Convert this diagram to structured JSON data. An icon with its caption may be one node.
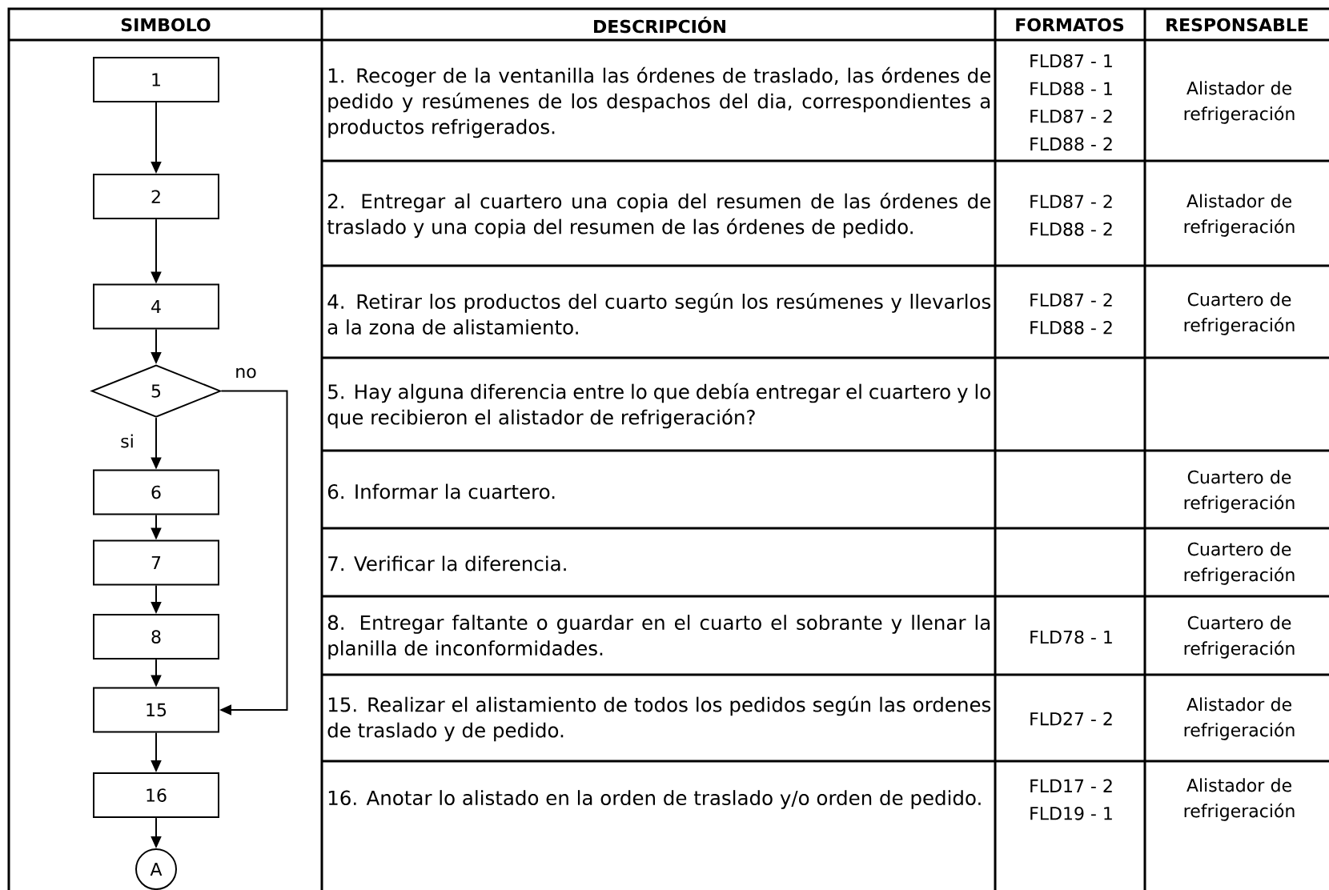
{
  "diagram": {
    "nodes": [
      {
        "text": [
          "1"
        ]
      },
      {
        "text": [
          "2"
        ]
      },
      {
        "text": [
          "4"
        ]
      },
      {
        "text": [
          "5"
        ]
      },
      {
        "text": [
          "6"
        ]
      },
      {
        "text": [
          "7"
        ]
      },
      {
        "text": [
          "8"
        ]
      },
      {
        "text": [
          "15"
        ]
      },
      {
        "text": [
          "16"
        ]
      },
      {
        "text": [
          "A"
        ]
      }
    ],
    "edges": [
      {
        "from": 0,
        "to": 1,
        "arrow": "to"
      },
      {
        "from": 1,
        "to": 2,
        "arrow": "to"
      },
      {
        "from": 2,
        "to": 3,
        "arrow": "to"
      },
      {
        "from": 3,
        "to": 4,
        "arrow": "to",
        "label": "si"
      },
      {
        "from": 4,
        "to": 5,
        "arrow": "to"
      },
      {
        "from": 5,
        "to": 6,
        "arrow": "to"
      },
      {
        "from": 6,
        "to": 7,
        "arrow": "to"
      },
      {
        "from": 3,
        "to": 7,
        "arrow": "to",
        "label": "no"
      },
      {
        "from": 7,
        "to": 8,
        "arrow": "to"
      },
      {
        "from": 8,
        "to": 9,
        "arrow": "to"
      }
    ],
    "labels": [
      "SIMBOLO",
      "DESCRIPCIÓN",
      "FORMATOS",
      "RESPONSABLE",
      "1. Recoger de la ventanilla las órdenes de traslado, las órdenes de pedido y resúmenes de los despachos del dia, correspondientes a productos refrigerados.",
      "FLD87 - 1",
      "FLD88 - 1",
      "FLD87 - 2",
      "FLD88 - 2",
      "Alistador de refrigeración",
      "2. Entregar al cuartero una copia del resumen de las órdenes de traslado y una copia del resumen de las órdenes de pedido.",
      "FLD87 - 2",
      "FLD88 - 2",
      "Alistador de refrigeración",
      "4. Retirar los productos del cuarto según los resúmenes y llevarlos a la zona de alistamiento.",
      "FLD87 - 2",
      "FLD88 - 2",
      "Cuartero de refrigeración",
      "5. Hay alguna diferencia entre lo que debía entregar el cuartero y lo que recibieron el alistador de refrigeración?",
      "6. Informar la cuartero.",
      "Cuartero de refrigeración",
      "7. Verificar la diferencia.",
      "Cuartero de refrigeración",
      "8. Entregar faltante o guardar en el cuarto el sobrante y llenar la planilla de inconformidades.",
      "FLD78 - 1",
      "Cuartero de refrigeración",
      "15. Realizar el alistamiento de todos los pedidos según las ordenes de traslado y de pedido.",
      "FLD27 - 2",
      "Alistador de refrigeración",
      "16. Anotar lo alistado en la orden de traslado y/o orden de pedido.",
      "FLD17 - 2",
      "FLD19 - 1",
      "Alistador de refrigeración"
    ]
  }
}
